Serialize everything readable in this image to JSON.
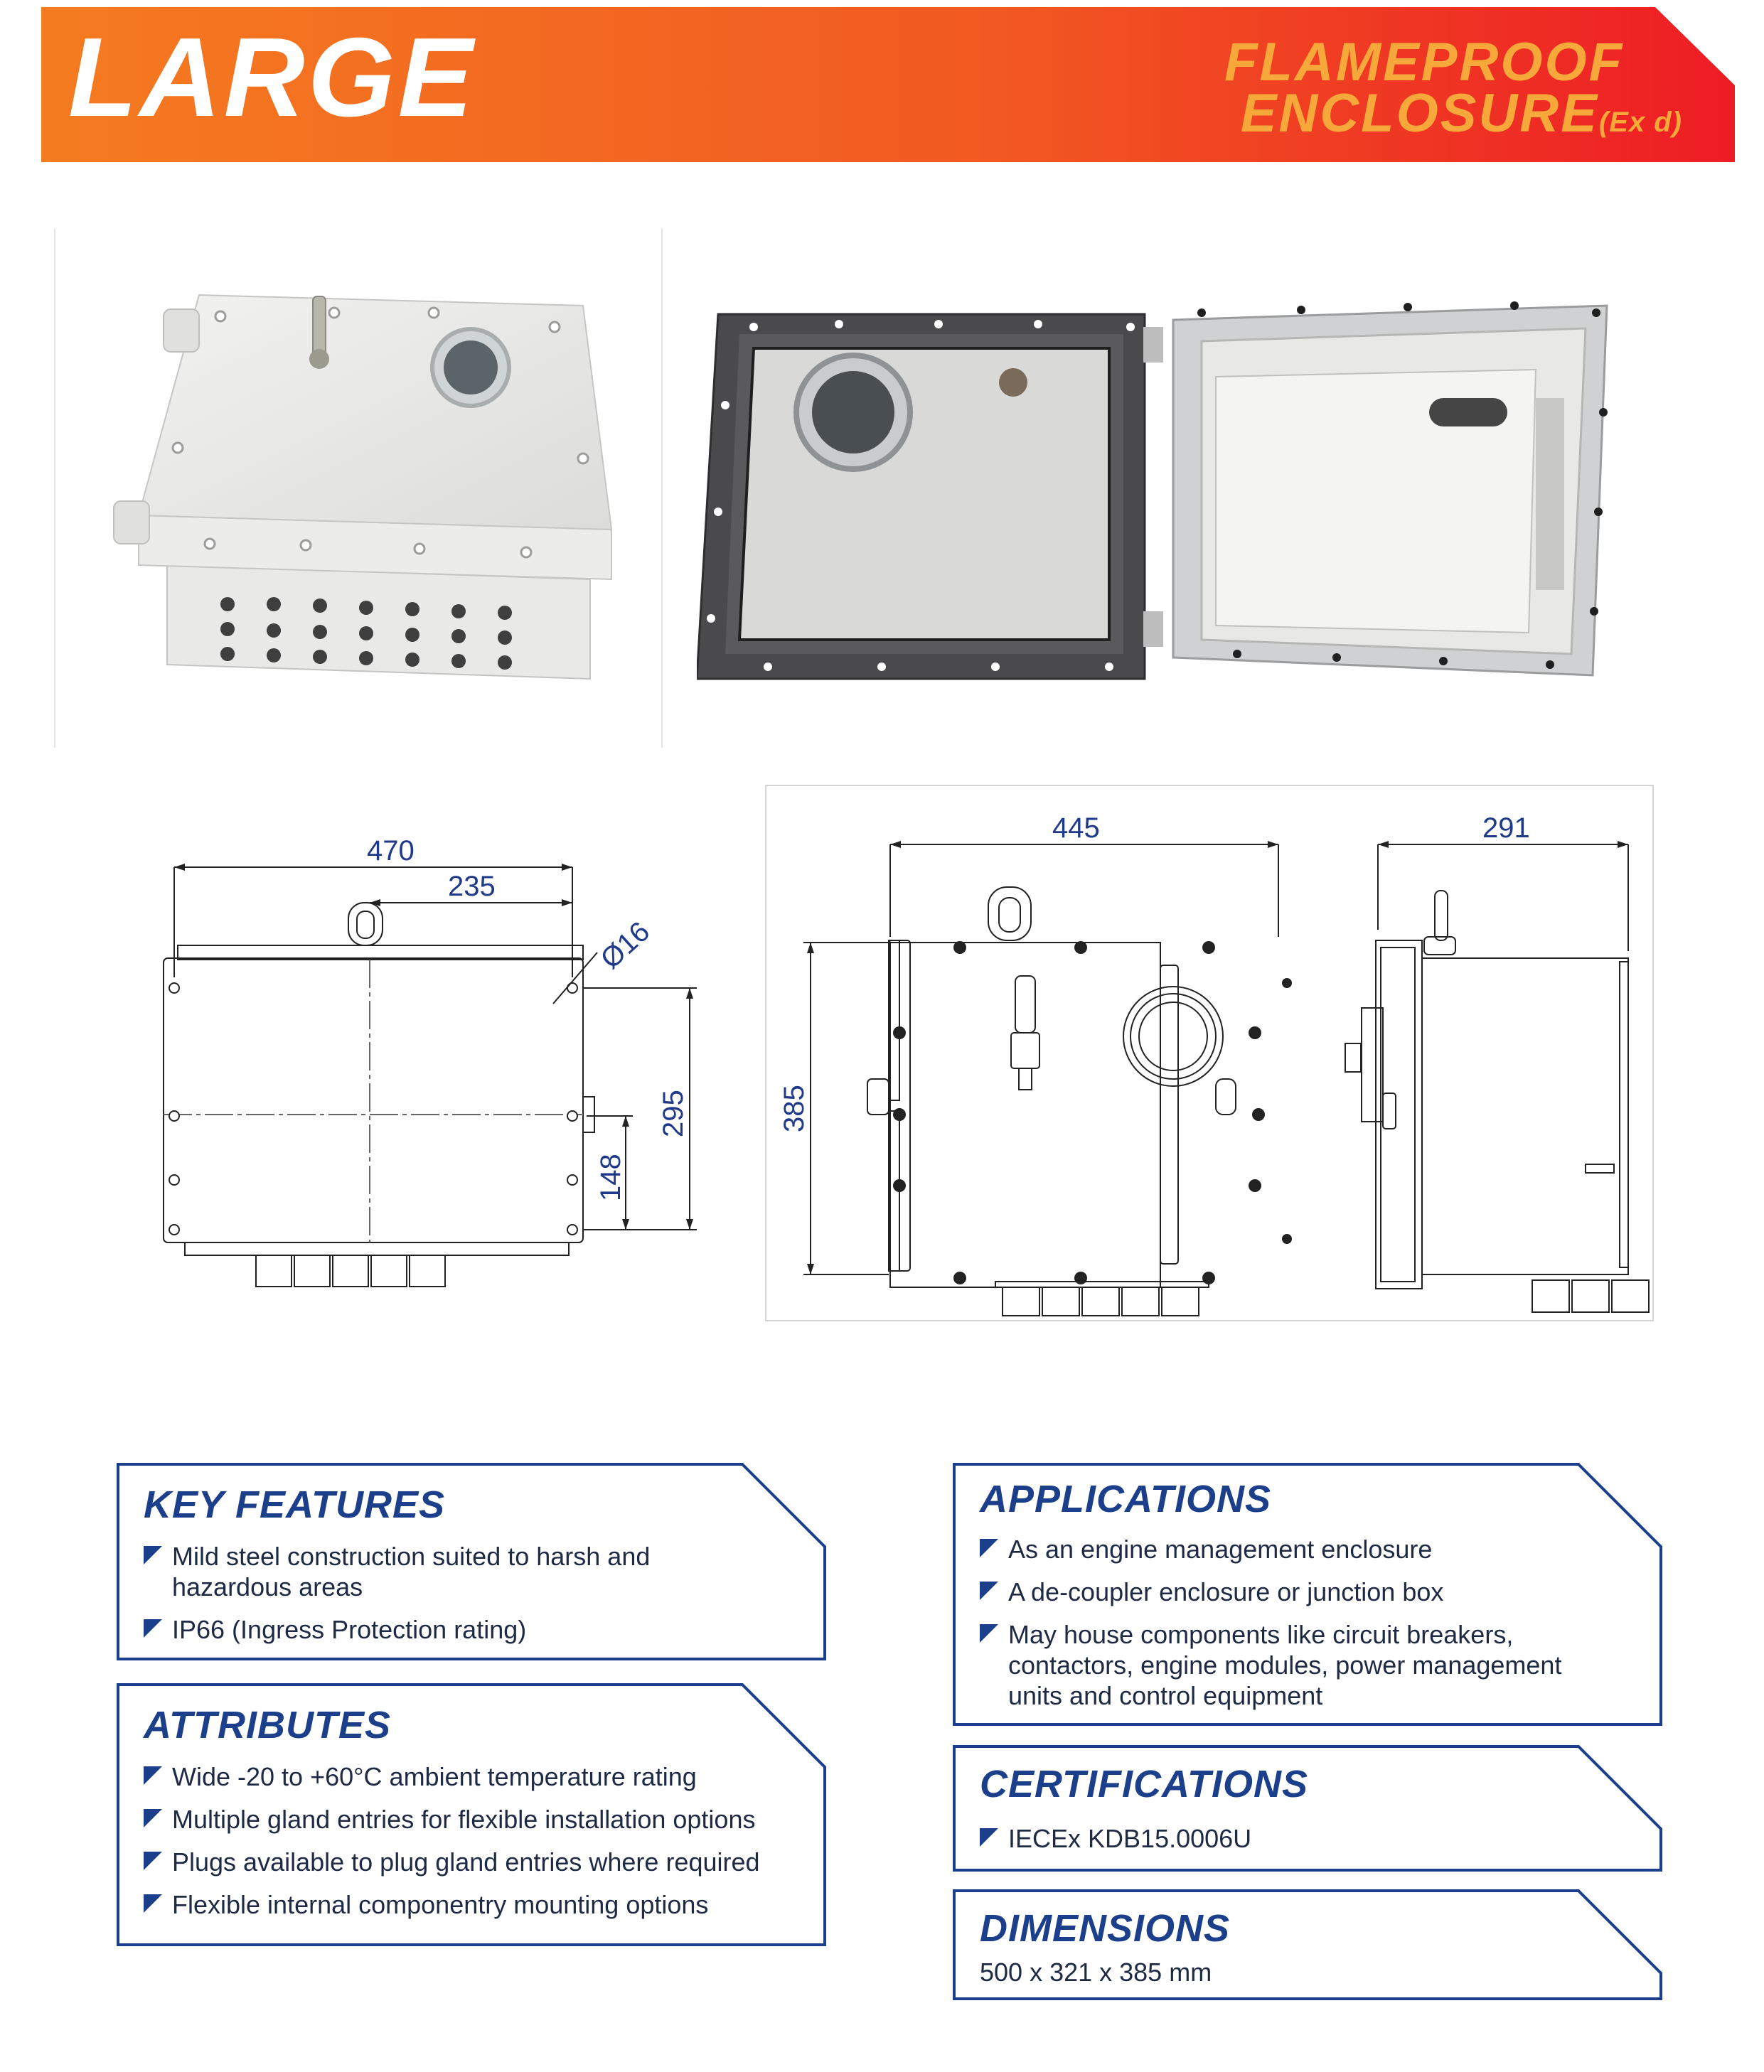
{
  "header": {
    "title": "LARGE",
    "subtitle_line1": "FLAMEPROOF",
    "subtitle_line2": "ENCLOSURE",
    "subtitle_suffix": "(Ex d)"
  },
  "colors": {
    "banner_start": "#f47b20",
    "banner_end": "#ed1c24",
    "accent_blue": "#1c3f8c",
    "dimension_blue": "#1f3a8a"
  },
  "drawings": {
    "front": {
      "width": "470",
      "half_width": "235",
      "hole_diameter": "Ø16",
      "height": "295",
      "half_height": "148"
    },
    "side_front": {
      "width": "445",
      "height": "385"
    },
    "side": {
      "depth": "291"
    }
  },
  "sections": {
    "key_features": {
      "title": "KEY FEATURES",
      "items": [
        "Mild steel construction suited to harsh and hazardous areas",
        "IP66 (Ingress Protection rating)"
      ]
    },
    "attributes": {
      "title": "ATTRIBUTES",
      "items": [
        "Wide -20 to +60°C ambient temperature rating",
        "Multiple gland entries for flexible installation options",
        "Plugs available to plug gland entries where required",
        "Flexible internal componentry mounting options"
      ]
    },
    "applications": {
      "title": "APPLICATIONS",
      "items": [
        "As an engine management enclosure",
        "A de-coupler enclosure or junction box",
        "May house components like circuit breakers, contactors, engine modules, power management units and control equipment"
      ]
    },
    "certifications": {
      "title": "CERTIFICATIONS",
      "items": [
        "IECEx KDB15.0006U"
      ]
    },
    "dimensions": {
      "title": "DIMENSIONS",
      "value": "500 x 321 x 385 mm"
    }
  }
}
